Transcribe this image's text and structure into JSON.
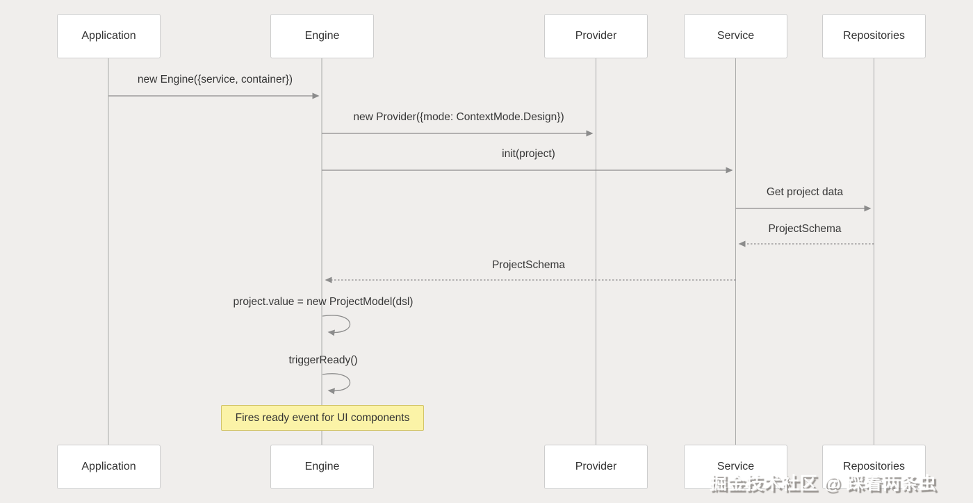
{
  "diagram": {
    "type": "sequence-diagram",
    "actors": [
      {
        "label": "Application"
      },
      {
        "label": "Engine"
      },
      {
        "label": "Provider"
      },
      {
        "label": "Service"
      },
      {
        "label": "Repositories"
      }
    ],
    "messages": [
      {
        "from": "Application",
        "to": "Engine",
        "text": "new Engine({service, container})",
        "line": "solid"
      },
      {
        "from": "Engine",
        "to": "Provider",
        "text": "new Provider({mode: ContextMode.Design})",
        "line": "solid"
      },
      {
        "from": "Engine",
        "to": "Service",
        "text": "init(project)",
        "line": "solid"
      },
      {
        "from": "Service",
        "to": "Repositories",
        "text": "Get project data",
        "line": "solid"
      },
      {
        "from": "Repositories",
        "to": "Service",
        "text": "ProjectSchema",
        "line": "dashed"
      },
      {
        "from": "Service",
        "to": "Engine",
        "text": "ProjectSchema",
        "line": "dashed"
      },
      {
        "from": "Engine",
        "to": "Engine",
        "text": "project.value = new ProjectModel(dsl)",
        "line": "self"
      },
      {
        "from": "Engine",
        "to": "Engine",
        "text": "triggerReady()",
        "line": "self"
      }
    ],
    "note": {
      "attached_to": "Engine",
      "text": "Fires ready event for UI components"
    },
    "colors": {
      "background": "#f0eeec",
      "actor_fill": "#ffffff",
      "actor_border": "#cdcdcd",
      "text": "#333333",
      "line": "#8c8c8c",
      "lifeline": "#a9a9a9",
      "note_fill": "#fbf3a7",
      "note_border": "#d2c468"
    }
  },
  "watermark": {
    "text": "掘金技术社区 @ 踩着两条虫"
  }
}
